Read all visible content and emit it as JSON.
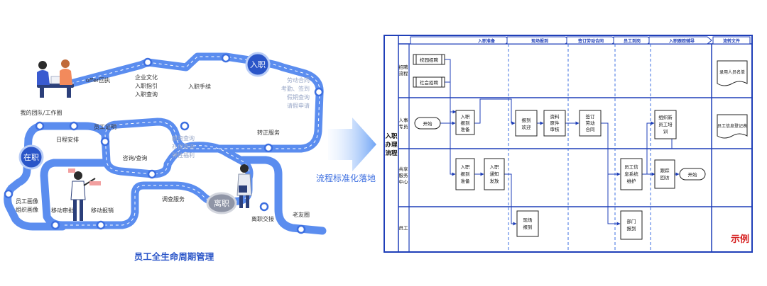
{
  "lifecycle": {
    "caption": "员工全生命周期管理",
    "stage_onboard": "入职",
    "stage_in_service": "在职",
    "stage_offboard": "离职",
    "nodes": {
      "offer": "offer回执",
      "culture": [
        "企业文化",
        "入职指引",
        "入职查询"
      ],
      "onboard_procedure": "入职手续",
      "hr_items": [
        "劳动合同",
        "考勤、签到",
        "假期查询",
        "请假申请"
      ],
      "team": "我的团队/工作圈",
      "certificate": "员工证明",
      "schedule": "日程安排",
      "benefits": [
        "薪资查询",
        "社保查询",
        "弹性福利"
      ],
      "regular": "转正服务",
      "consult": "咨询/查询",
      "transfer": "调查服务",
      "portrait": [
        "员工画像",
        "组织画像"
      ],
      "mobile_approval": "移动审批",
      "mobile_expense": "移动报销",
      "handover": "离职交接",
      "alumni": "老友圈"
    }
  },
  "arrow_label": "流程标准化落地",
  "flow": {
    "title": [
      "入职",
      "办理",
      "流程"
    ],
    "phases": [
      "入职准备",
      "现场报到",
      "签订劳动合同",
      "员工到岗",
      "入职跟踪辅导",
      "流转文件"
    ],
    "lanes": [
      {
        "name": [
          "招聘",
          "流程"
        ]
      },
      {
        "name": [
          "人事",
          "专员"
        ]
      },
      {
        "name": [
          "共享",
          "服务",
          "中心"
        ]
      },
      {
        "name": [
          "员工"
        ]
      }
    ],
    "boxes": {
      "campus": "校园招聘",
      "social": "社会招聘",
      "start1": "开始",
      "prep1": [
        "入职",
        "报到",
        "准备"
      ],
      "welcome": [
        "报到",
        "欢迎"
      ],
      "docs": [
        "资料",
        "原件",
        "审核"
      ],
      "sign": [
        "签订",
        "劳动",
        "合同"
      ],
      "train": [
        "组织新",
        "员工培",
        "训"
      ],
      "prep2": [
        "入职",
        "报到",
        "准备"
      ],
      "notify": [
        "入职",
        "通知",
        "发放"
      ],
      "maintain": [
        "员工信",
        "息系统",
        "维护"
      ],
      "followup": [
        "跟踪",
        "回访"
      ],
      "start2": "开始",
      "onsite": [
        "现场",
        "报到"
      ],
      "dept": [
        "部门",
        "报到"
      ]
    },
    "documents": [
      "录用人员名单",
      "员工信息登记表"
    ],
    "example_label": "示例"
  },
  "colors": {
    "road": "#5b8def",
    "road_dark": "#3d6fe0",
    "lane_line": "#1f3fb8",
    "accent_red": "#d62020"
  }
}
